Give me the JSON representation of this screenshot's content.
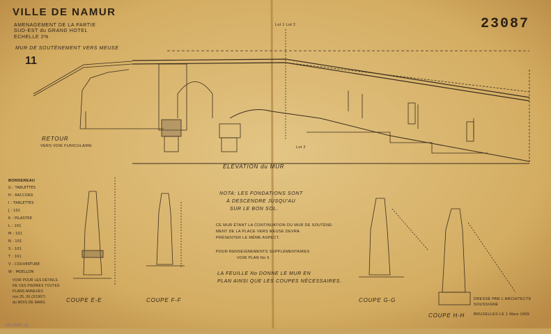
{
  "header": {
    "city": "VILLE DE NAMUR",
    "line1": "AMENAGEMENT DE LA PARTIE",
    "line2": "SUD-EST du GRAND HOTEL",
    "scale": "ECHELLE 2%",
    "wall_caption": "MUR DE SOUTÈNEMENT VERS MEUSE",
    "index": "11",
    "sheet_number": "23087"
  },
  "elevation": {
    "title": "ÉLÉVATION du MUR",
    "retour": "RETOUR",
    "retour_sub": "VERS VOIE FUNICULAIRE",
    "lot_top": "Lot 1   Lot 2",
    "lot_bottom": "Lot 2"
  },
  "bordereau": {
    "title": "BORDEREAU",
    "rows": [
      "G : TABLETTES",
      "H : RACCORD",
      "I : TABLETTES",
      "J : 101",
      "K : PILASTRE",
      "L : 101",
      "M : 101",
      "N : 101",
      "S : 101",
      "T : 101",
      "V : COUVERTURE",
      "W : MOELLON"
    ],
    "notes": [
      "VOIR POUR LES DÉTAILS",
      "DE CES PIERRES TOUTES",
      "PLANS ANNEXÉS",
      "nos 25, 26 (2/1907)",
      "du MOIS DE MARS"
    ]
  },
  "sections": {
    "coupe_e": "COUPE E-E",
    "coupe_f": "COUPE F-F",
    "coupe_g": "COUPE G-G",
    "coupe_h": "COUPE H-H"
  },
  "notes": {
    "nota": [
      "NOTA: LES FONDATIONS SONT",
      "À DESCENDRE JUSQU'AU",
      "SUR LE BON SOL."
    ],
    "wall": [
      "CE MUR ÉTANT LA CONTINUATION DU MUR DE SOUTÈNE-",
      "MENT DE LA PLACE VERS MEUSE DEVRA",
      "PRÉSENTER LE MÊME ASPECT."
    ],
    "supplement": [
      "POUR RENSEIGNEMENTS SUPPLÉMENTAIRES",
      "VOIR PLAN No 5"
    ],
    "feuille": [
      "LA FEUILLE No DONNE LE MUR EN",
      "PLAN AINSI QUE LES COUPES NÉCESSAIRES."
    ]
  },
  "signature": {
    "drawn_by": "DRESSÉ PAR L'ARCHITECTE",
    "role": "SOUSSIGNÉ",
    "date": "BRUXELLES LE 1 Mars 1909"
  },
  "stamp": "VN 23087 (3)"
}
